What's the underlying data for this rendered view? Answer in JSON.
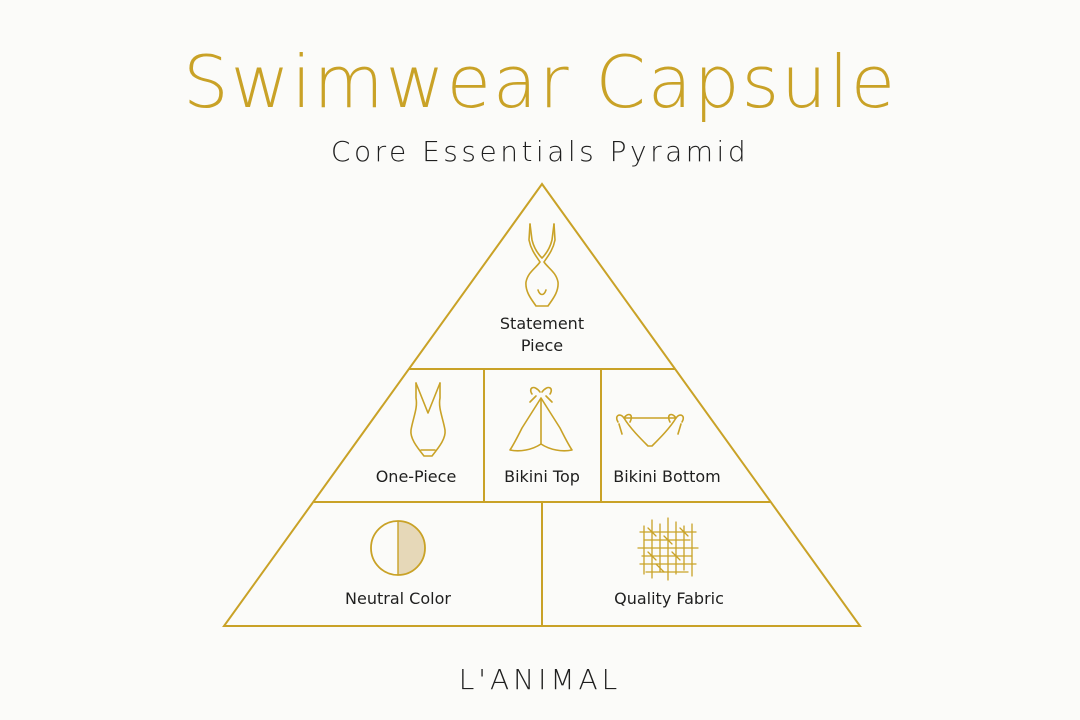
{
  "header": {
    "title": "Swimwear Capsule",
    "subtitle": "Core Essentials Pyramid"
  },
  "pyramid": {
    "top": {
      "label_line1": "Statement",
      "label_line2": "Piece",
      "icon": "monokini-icon"
    },
    "middle": [
      {
        "label": "One-Piece",
        "icon": "one-piece-swimsuit-icon"
      },
      {
        "label": "Bikini Top",
        "icon": "bikini-top-icon"
      },
      {
        "label": "Bikini Bottom",
        "icon": "bikini-bottom-icon"
      }
    ],
    "bottom": [
      {
        "label": "Neutral Color",
        "icon": "neutral-color-swatch-icon"
      },
      {
        "label": "Quality Fabric",
        "icon": "fabric-weave-icon"
      }
    ]
  },
  "footer": {
    "brand": "L'ANIMAL"
  },
  "colors": {
    "gold": "#c9a227",
    "text": "#1f1f1f",
    "background": "#fbfbf9",
    "neutral_fill": "#e6d8b8"
  }
}
